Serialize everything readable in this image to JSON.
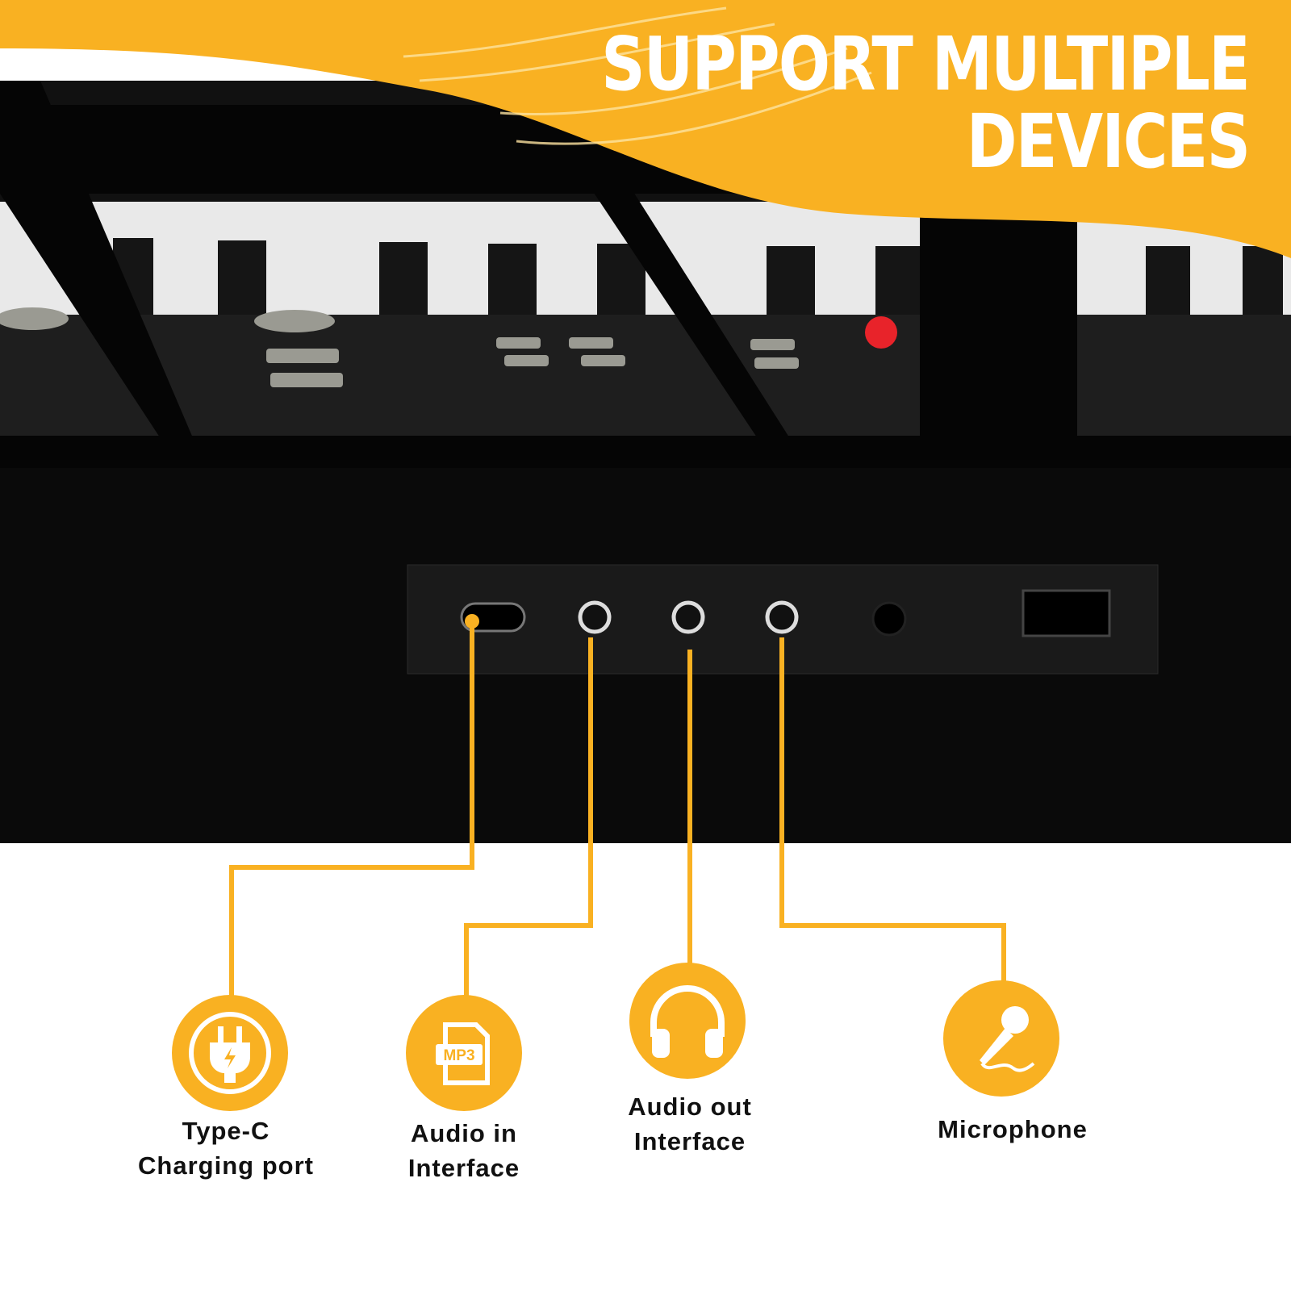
{
  "banner": {
    "title_line1": "SUPPORT MULTIPLE",
    "title_line2": "DEVICES",
    "color": "#f9b122"
  },
  "features": [
    {
      "icon": "plug-icon",
      "line1": "Type-C",
      "line2": "Charging port"
    },
    {
      "icon": "mp3-file-icon",
      "line1": "Audio in",
      "line2": "Interface"
    },
    {
      "icon": "headphones-icon",
      "line1": "Audio out",
      "line2": "Interface"
    },
    {
      "icon": "microphone-icon",
      "line1": "Microphone",
      "line2": ""
    }
  ],
  "colors": {
    "accent": "#f9b122",
    "keyboard": "#0c0c0c",
    "power_button": "#e8232a"
  }
}
